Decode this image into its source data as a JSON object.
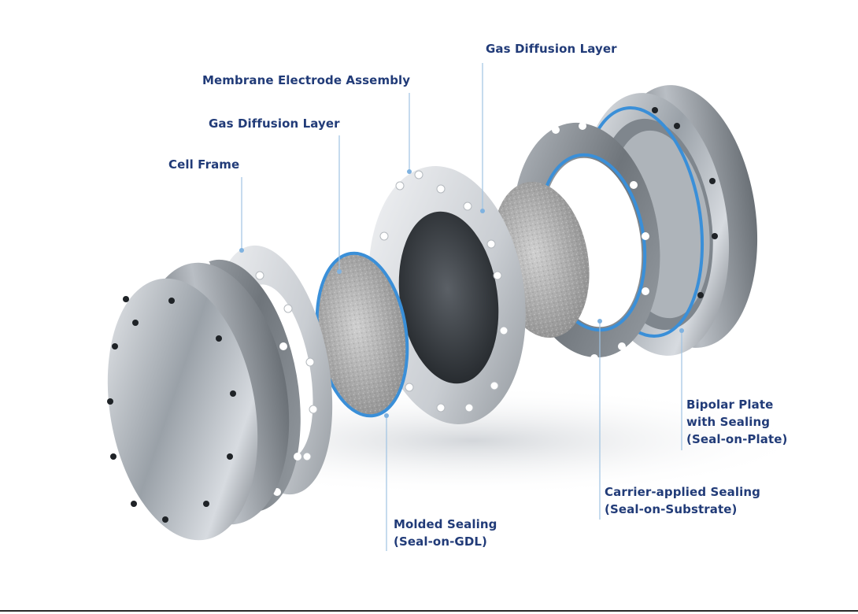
{
  "labels": {
    "cell_frame": "Cell Frame",
    "gdl_left": "Gas Diffusion Layer",
    "mea": "Membrane Electrode Assembly",
    "gdl_right": "Gas Diffusion Layer",
    "molded_sealing": [
      "Molded Sealing",
      "(Seal-on-GDL)"
    ],
    "carrier_sealing": [
      "Carrier-applied Sealing",
      "(Seal-on-Substrate)"
    ],
    "bipolar_plate": [
      "Bipolar Plate",
      "with Sealing",
      "(Seal-on-Plate)"
    ]
  },
  "colors": {
    "label_text": "#213b78",
    "leader_line": "#9fc3e3",
    "seal_blue": "#3a8fd8",
    "metal_light": "#e8ebef",
    "metal_dark": "#4d5359",
    "gdl_gray": "#a9a9a9",
    "membrane_dark": "#2f3338"
  }
}
